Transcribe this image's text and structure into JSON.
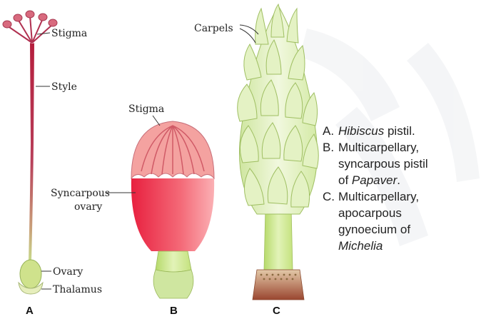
{
  "labels": {
    "a_stigma": "Stigma",
    "a_style": "Style",
    "a_ovary": "Ovary",
    "a_thalamus": "Thalamus",
    "b_stigma": "Stigma",
    "b_ovary_line1": "Syncarpous",
    "b_ovary_line2": "ovary",
    "c_carpels": "Carpels"
  },
  "figure_letters": {
    "a": "A",
    "b": "B",
    "c": "C"
  },
  "caption": {
    "a": {
      "letter": "A.",
      "italic": "Hibiscus",
      "text": " pistil."
    },
    "b": {
      "letter": "B.",
      "line1": "Multicarpellary,",
      "line2": "syncarpous pistil",
      "line3_prefix": "of ",
      "italic": "Papaver",
      "line3_suffix": "."
    },
    "c": {
      "letter": "C.",
      "line1": "Multicarpellary,",
      "line2": "apocarpous",
      "line3": "gynoecium of",
      "italic": "Michelia"
    }
  },
  "colors": {
    "style_red": "#b8243c",
    "ovary_pink": "#f07080",
    "green": "#cfe89a",
    "brown": "#a8503a"
  }
}
